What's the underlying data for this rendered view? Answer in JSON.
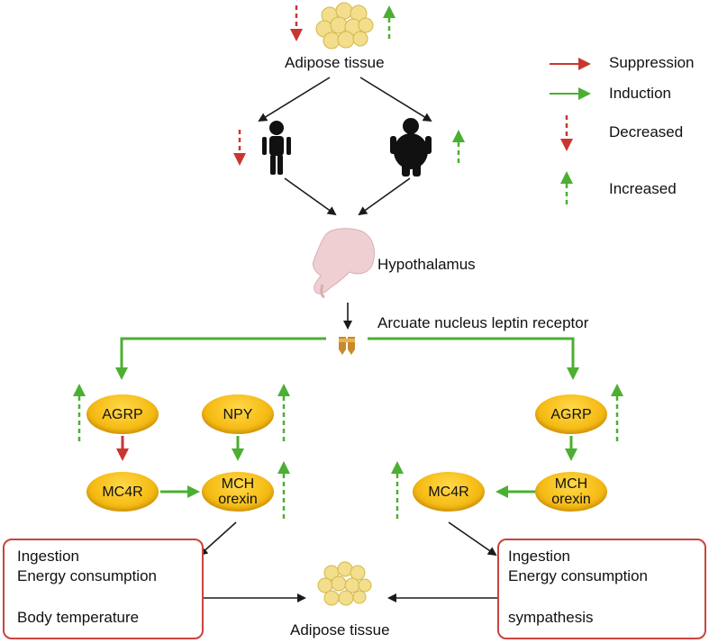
{
  "top_label": "Adipose tissue",
  "bottom_label": "Adipose tissue",
  "hypothalamus_label": "Hypothalamus",
  "arcuate_label": "Arcuate nucleus leptin receptor",
  "legend": {
    "suppression": "Suppression",
    "induction": "Induction",
    "decreased": "Decreased",
    "increased": "Increased"
  },
  "left_pathway": {
    "agrp": "AGRP",
    "npy": "NPY",
    "mc4r": "MC4R",
    "mch": "MCH",
    "orexin": "orexin"
  },
  "right_pathway": {
    "agrp": "AGRP",
    "mc4r": "MC4R",
    "mch": "MCH",
    "orexin": "orexin"
  },
  "left_box": [
    "Ingestion",
    "Energy consumption",
    "Body temperature"
  ],
  "right_box": [
    "Ingestion",
    "Energy consumption",
    "sympathesis"
  ],
  "colors": {
    "suppression": "#c8372f",
    "induction": "#4caf32",
    "decreased": "#c8372f",
    "increased": "#4caf32",
    "node_fill": "#f6bd16",
    "box_border": "#c8443e",
    "arrow": "#1a1a1a"
  },
  "icons": [
    "adipose-cells-icon",
    "lean-person-icon",
    "obese-person-icon",
    "hypothalamus-icon",
    "leptin-receptor-icon"
  ]
}
